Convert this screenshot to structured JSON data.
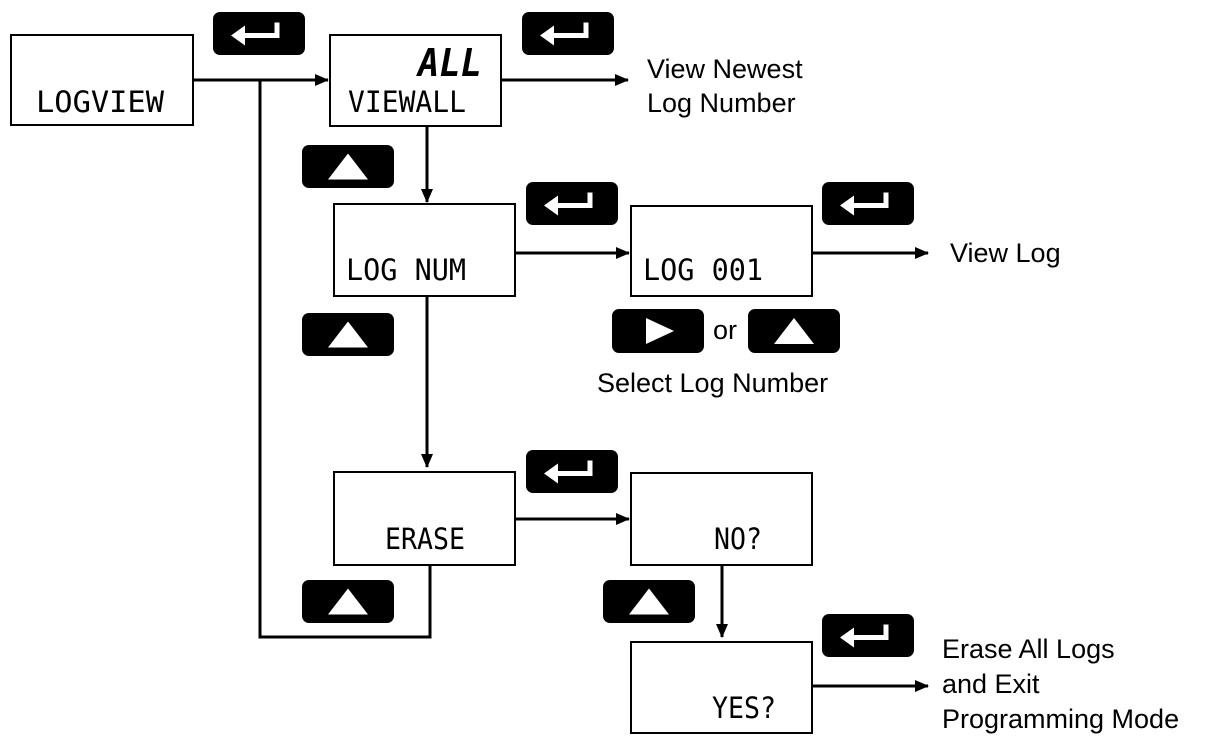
{
  "screens": {
    "logview": {
      "line2": "LOGVIEW"
    },
    "viewall": {
      "line1": "ALL",
      "line2": "VIEWALL"
    },
    "lognum": {
      "line2": "LOG NUM"
    },
    "log001": {
      "line2": "LOG 001"
    },
    "erase": {
      "line2": "ERASE"
    },
    "no": {
      "line2": "NO?"
    },
    "yes": {
      "line2": "YES?"
    }
  },
  "labels": {
    "view_newest_1": "View Newest",
    "view_newest_2": "Log Number",
    "view_log": "View Log",
    "or": "or",
    "select_log_number": "Select Log Number",
    "erase_all_1": "Erase All Logs",
    "erase_all_2": "and Exit",
    "erase_all_3": "Programming Mode"
  },
  "icons": {
    "enter": "enter-arrow-icon",
    "up": "up-triangle-icon",
    "right": "right-triangle-icon"
  },
  "colors": {
    "line": "#000000",
    "button": "#000000",
    "icon": "#ffffff"
  }
}
